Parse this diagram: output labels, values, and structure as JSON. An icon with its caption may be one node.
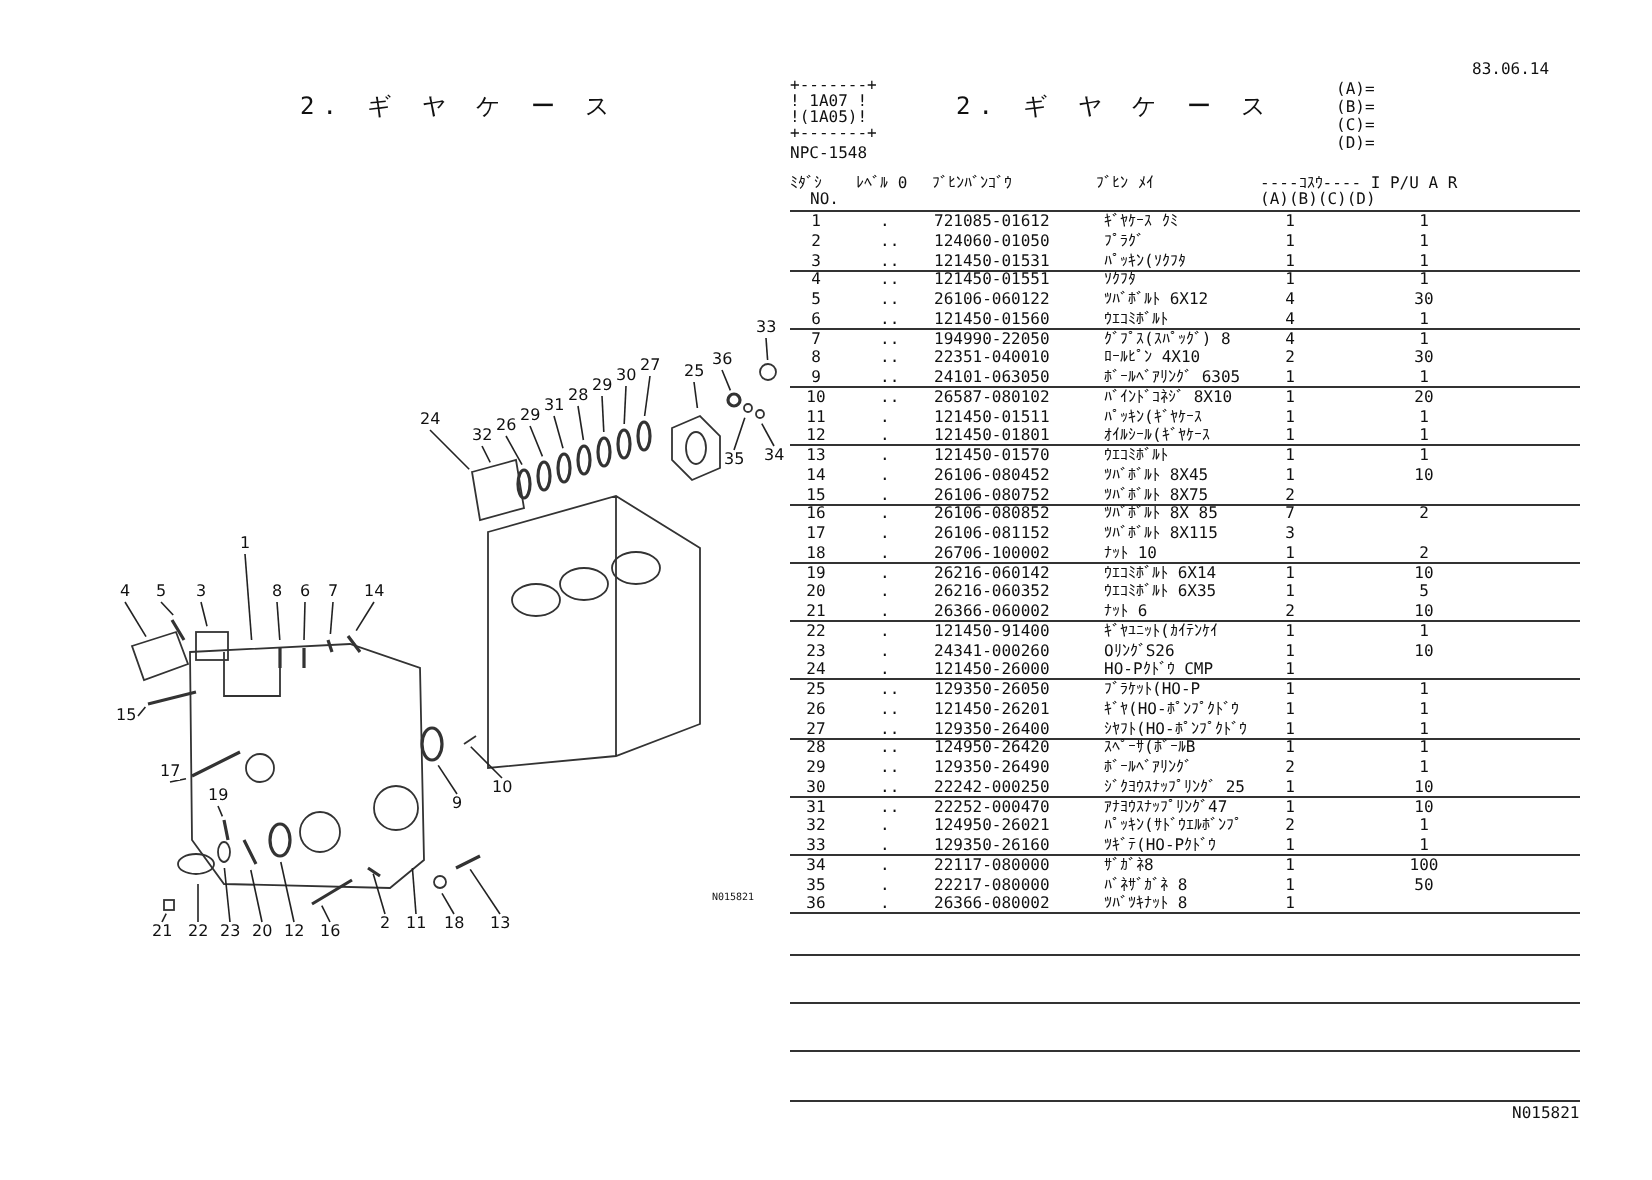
{
  "diagram": {
    "title": "2. ギ ヤ ケ ー ス",
    "nodes": [
      {
        "text": [
          "33"
        ]
      },
      {
        "text": [
          "36"
        ]
      },
      {
        "text": [
          "25"
        ]
      },
      {
        "text": [
          "27"
        ]
      },
      {
        "text": [
          "30"
        ]
      },
      {
        "text": [
          "24"
        ]
      },
      {
        "text": [
          "29"
        ]
      },
      {
        "text": [
          "28"
        ]
      },
      {
        "text": [
          "31"
        ]
      },
      {
        "text": [
          "34"
        ]
      },
      {
        "text": [
          "29"
        ]
      },
      {
        "text": [
          "35"
        ]
      },
      {
        "text": [
          "26"
        ]
      },
      {
        "text": [
          "32"
        ]
      },
      {
        "text": [
          "1"
        ]
      },
      {
        "text": [
          "4"
        ]
      },
      {
        "text": [
          "5"
        ]
      },
      {
        "text": [
          "3"
        ]
      },
      {
        "text": [
          "8"
        ]
      },
      {
        "text": [
          "6"
        ]
      },
      {
        "text": [
          "7"
        ]
      },
      {
        "text": [
          "14"
        ]
      },
      {
        "text": [
          "15"
        ]
      },
      {
        "text": [
          "17"
        ]
      },
      {
        "text": [
          "9"
        ]
      },
      {
        "text": [
          "10"
        ]
      },
      {
        "text": [
          "19"
        ]
      },
      {
        "text": [
          "13"
        ]
      },
      {
        "text": [
          "2"
        ]
      },
      {
        "text": [
          "11"
        ]
      },
      {
        "text": [
          "18"
        ]
      },
      {
        "text": [
          "21"
        ]
      },
      {
        "text": [
          "22"
        ]
      },
      {
        "text": [
          "23"
        ]
      },
      {
        "text": [
          "20"
        ]
      },
      {
        "text": [
          "12"
        ]
      },
      {
        "text": [
          "16"
        ]
      }
    ],
    "edges": [
      {
        "from": 0,
        "to": null,
        "arrow": "none"
      },
      {
        "from": 1,
        "to": null,
        "arrow": "none"
      },
      {
        "from": 2,
        "to": null,
        "arrow": "none"
      },
      {
        "from": 3,
        "to": null,
        "arrow": "none"
      },
      {
        "from": 4,
        "to": null,
        "arrow": "none"
      },
      {
        "from": 5,
        "to": null,
        "arrow": "none"
      },
      {
        "from": 6,
        "to": null,
        "arrow": "none"
      },
      {
        "from": 7,
        "to": null,
        "arrow": "none"
      },
      {
        "from": 8,
        "to": null,
        "arrow": "none"
      },
      {
        "from": 9,
        "to": null,
        "arrow": "none"
      },
      {
        "from": 10,
        "to": null,
        "arrow": "none"
      },
      {
        "from": 11,
        "to": null,
        "arrow": "none"
      },
      {
        "from": 12,
        "to": null,
        "arrow": "none"
      },
      {
        "from": 13,
        "to": null,
        "arrow": "none"
      },
      {
        "from": 14,
        "to": null,
        "arrow": "none"
      },
      {
        "from": 15,
        "to": null,
        "arrow": "none"
      },
      {
        "from": 16,
        "to": null,
        "arrow": "none"
      },
      {
        "from": 17,
        "to": null,
        "arrow": "none"
      },
      {
        "from": 18,
        "to": null,
        "arrow": "none"
      },
      {
        "from": 19,
        "to": null,
        "arrow": "none"
      },
      {
        "from": 20,
        "to": null,
        "arrow": "none"
      },
      {
        "from": 21,
        "to": null,
        "arrow": "none"
      },
      {
        "from": 22,
        "to": null,
        "arrow": "none"
      },
      {
        "from": 23,
        "to": null,
        "arrow": "none"
      },
      {
        "from": 24,
        "to": null,
        "arrow": "none"
      },
      {
        "from": 25,
        "to": null,
        "arrow": "none"
      },
      {
        "from": 26,
        "to": null,
        "arrow": "none"
      },
      {
        "from": 27,
        "to": null,
        "arrow": "none"
      },
      {
        "from": 28,
        "to": null,
        "arrow": "none"
      },
      {
        "from": 29,
        "to": null,
        "arrow": "none"
      },
      {
        "from": 30,
        "to": null,
        "arrow": "none"
      },
      {
        "from": 31,
        "to": null,
        "arrow": "none"
      },
      {
        "from": 32,
        "to": null,
        "arrow": "none"
      },
      {
        "from": 33,
        "to": null,
        "arrow": "none"
      },
      {
        "from": 34,
        "to": null,
        "arrow": "none"
      },
      {
        "from": 35,
        "to": null,
        "arrow": "none"
      },
      {
        "from": 36,
        "to": null,
        "arrow": "none"
      }
    ],
    "labels": [
      "+-------+",
      "! 1A07 !",
      "!(1A05)!",
      "+-------+",
      "NPC-1548",
      "2. ギ ヤ ケ ー ス",
      "83.06.14",
      "(A)=",
      "(B)=",
      "(C)=",
      "(D)=",
      "ﾐﾀﾞｼ",
      "ﾚﾍﾞﾙ 0",
      "ﾌﾞﾋﾝﾊﾞﾝｺﾞｳ",
      "ﾌﾞﾋﾝ ﾒｲ",
      "----ｺｽｳ---- I P/U A R",
      "NO.",
      "(A)(B)(C)(D)",
      "1",
      ".",
      "721085-01612",
      "ｷﾞﾔｹｰｽ ｸﾐ",
      "1",
      "1",
      "2",
      "..",
      "124060-01050",
      "ﾌﾟﾗｸﾞ",
      "1",
      "1",
      "3",
      "..",
      "121450-01531",
      "ﾊﾟｯｷﾝ(ｿｸﾌﾀ",
      "1",
      "1",
      "4",
      "..",
      "121450-01551",
      "ｿｸﾌﾀ",
      "1",
      "1",
      "5",
      "..",
      "26106-060122",
      "ﾂﾊﾞﾎﾞﾙﾄ 6X12",
      "4",
      "30",
      "6",
      "..",
      "121450-01560",
      "ｳｴｺﾐﾎﾞﾙﾄ",
      "4",
      "1",
      "7",
      "..",
      "194990-22050",
      "ｸﾞﾌﾟｽ(ｽﾊﾟｯｸﾞ) 8",
      "4",
      "1",
      "8",
      "..",
      "22351-040010",
      "ﾛｰﾙﾋﾟﾝ 4X10",
      "2",
      "30",
      "9",
      "..",
      "24101-063050",
      "ﾎﾞｰﾙﾍﾞｱﾘﾝｸﾞ 6305",
      "1",
      "1",
      "10",
      "..",
      "26587-080102",
      "ﾊﾞｲﾝﾄﾞｺﾈｼﾞ 8X10",
      "1",
      "20",
      "11",
      ".",
      "121450-01511",
      "ﾊﾟｯｷﾝ(ｷﾞﾔｹｰｽ",
      "1",
      "1",
      "12",
      ".",
      "121450-01801",
      "ｵｲﾙｼｰﾙ(ｷﾞﾔｹｰｽ",
      "1",
      "1",
      "13",
      ".",
      "121450-01570",
      "ｳｴｺﾐﾎﾞﾙﾄ",
      "1",
      "1",
      "14",
      ".",
      "26106-080452",
      "ﾂﾊﾞﾎﾞﾙﾄ 8X45",
      "1",
      "10",
      "15",
      ".",
      "26106-080752",
      "ﾂﾊﾞﾎﾞﾙﾄ 8X75",
      "2",
      "16",
      ".",
      "26106-080852",
      "ﾂﾊﾞﾎﾞﾙﾄ 8X 85",
      "7",
      "2",
      "17",
      ".",
      "26106-081152",
      "ﾂﾊﾞﾎﾞﾙﾄ 8X115",
      "3",
      "18",
      ".",
      "26706-100002",
      "ﾅｯﾄ 10",
      "1",
      "2",
      "19",
      ".",
      "26216-060142",
      "ｳｴｺﾐﾎﾞﾙﾄ 6X14",
      "1",
      "10",
      "20",
      ".",
      "26216-060352",
      "ｳｴｺﾐﾎﾞﾙﾄ 6X35",
      "1",
      "5",
      "21",
      ".",
      "26366-060002",
      "ﾅｯﾄ 6",
      "2",
      "10",
      "22",
      ".",
      "121450-91400",
      "ｷﾞﾔﾕﾆｯﾄ(ｶｲﾃﾝｹｲ",
      "1",
      "1",
      "23",
      ".",
      "24341-000260",
      "OﾘﾝｸﾞS26",
      "1",
      "10",
      "24",
      ".",
      "121450-26000",
      "HO-Pｸﾄﾞｳ CMP",
      "1",
      "25",
      "..",
      "129350-26050",
      "ﾌﾞﾗｹｯﾄ(HO-P",
      "1",
      "1",
      "26",
      "..",
      "121450-26201",
      "ｷﾞﾔ(HO-ﾎﾟﾝﾌﾟｸﾄﾞｳ",
      "1",
      "1",
      "27",
      "..",
      "129350-26400",
      "ｼﾔﾌﾄ(HO-ﾎﾟﾝﾌﾟｸﾄﾞｳ",
      "1",
      "1",
      "28",
      "..",
      "124950-26420",
      "ｽﾍﾟｰｻ(ﾎﾞｰﾙB",
      "1",
      "1",
      "29",
      "..",
      "129350-26490",
      "ﾎﾞｰﾙﾍﾞｱﾘﾝｸﾞ",
      "2",
      "1",
      "30",
      "..",
      "22242-000250",
      "ｼﾞｸﾖｳｽﾅｯﾌﾟﾘﾝｸﾞ 25",
      "1",
      "10",
      "31",
      "..",
      "22252-000470",
      "ｱﾅﾖｳｽﾅｯﾌﾟﾘﾝｸﾞ47",
      "1",
      "10",
      "32",
      ".",
      "124950-26021",
      "ﾊﾟｯｷﾝ(ｻﾄﾞｳｴﾙﾎﾞﾝﾌﾟ",
      "2",
      "1",
      "33",
      ".",
      "129350-26160",
      "ﾂｷﾞﾃ(HO-Pｸﾄﾞｳ",
      "1",
      "1",
      "34",
      ".",
      "22117-080000",
      "ｻﾞｶﾞﾈ8",
      "1",
      "100",
      "35",
      ".",
      "22217-080000",
      "ﾊﾞﾈｻﾞｶﾞﾈ 8",
      "1",
      "50",
      "36",
      ".",
      "26366-080002",
      "ﾂﾊﾞﾂｷﾅｯﾄ 8",
      "1",
      "N015821",
      "N015821"
    ]
  }
}
